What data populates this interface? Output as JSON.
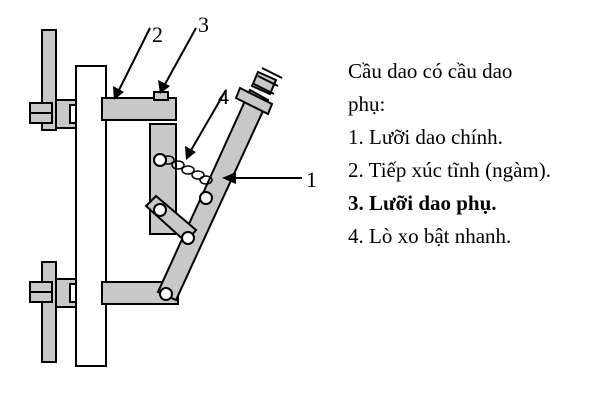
{
  "callouts": [
    "2",
    "3",
    "4",
    "1"
  ],
  "caption": {
    "title_line1": "Cầu dao có cầu dao",
    "title_line2": "phụ:",
    "items": [
      "1. Lưỡi dao chính.",
      "2. Tiếp xúc tĩnh (ngàm).",
      "3. Lưỡi dao phụ.",
      "4. Lò xo bật nhanh."
    ]
  },
  "colors": {
    "ink": "#000000",
    "part_fill": "#c8c8c8",
    "background": "#ffffff"
  }
}
